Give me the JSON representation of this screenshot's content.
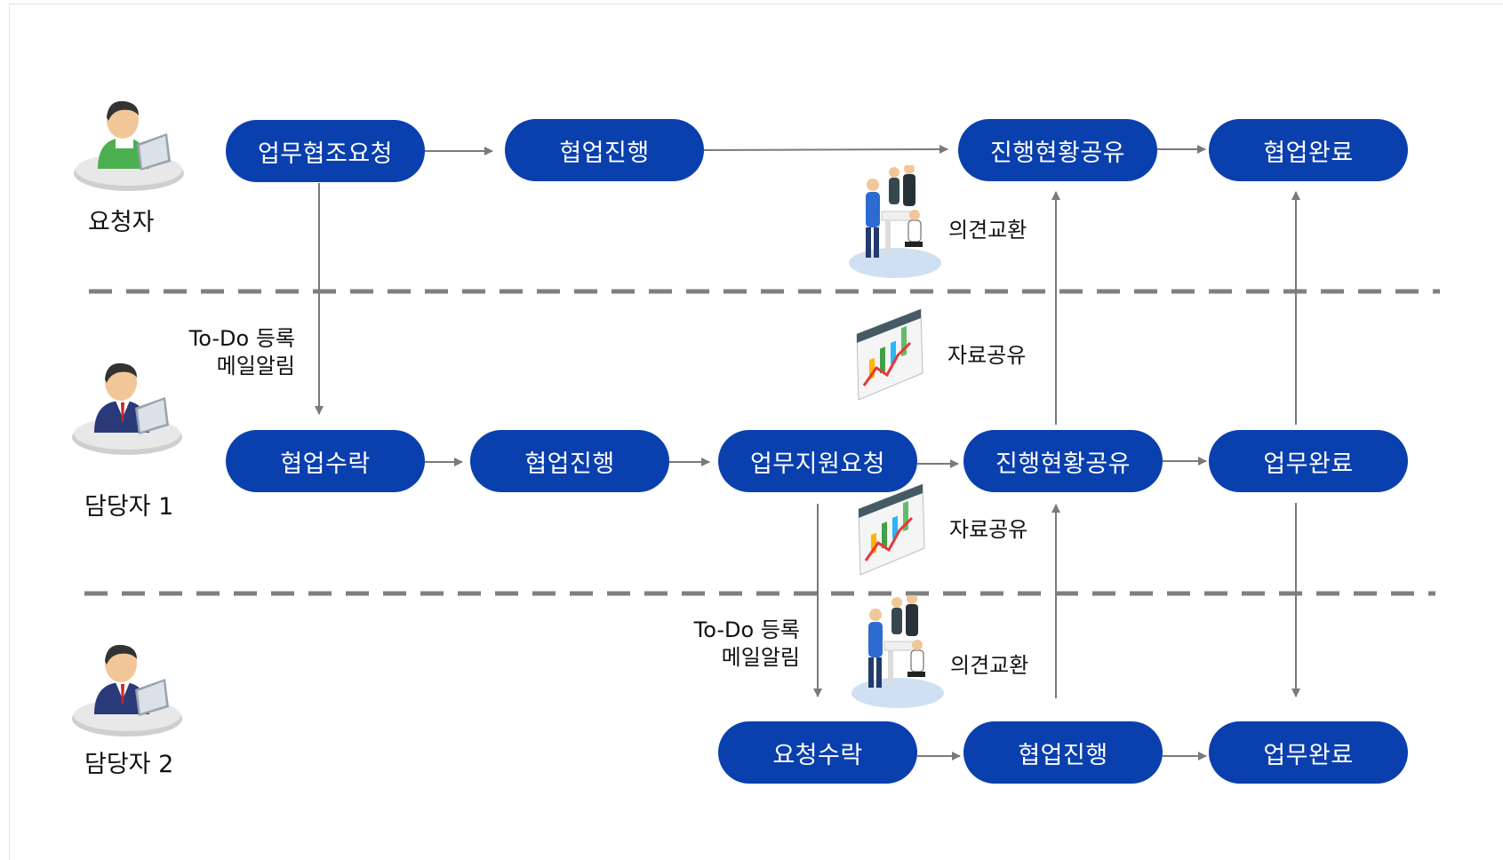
{
  "roles": {
    "requester": "요청자",
    "assignee1": "담당자 1",
    "assignee2": "담당자 2"
  },
  "lane1": {
    "step1": "업무협조요청",
    "step2": "협업진행",
    "step3": "진행현황공유",
    "step4": "협업완료"
  },
  "lane2": {
    "step1": "협업수락",
    "step2": "협업진행",
    "step3": "업무지원요청",
    "step4": "진행현황공유",
    "step5": "업무완료"
  },
  "lane3": {
    "step1": "요청수락",
    "step2": "협업진행",
    "step3": "업무완료"
  },
  "annotations": {
    "todo1_line1": "To-Do 등록",
    "todo1_line2": "메일알림",
    "todo2_line1": "To-Do 등록",
    "todo2_line2": "메일알림",
    "opinion1": "의견교환",
    "opinion2": "의견교환",
    "share1": "자료공유",
    "share2": "자료공유"
  },
  "colors": {
    "pill": "#0a3fae",
    "arrow": "#7a7a7a",
    "divider": "#7f7f7f"
  }
}
